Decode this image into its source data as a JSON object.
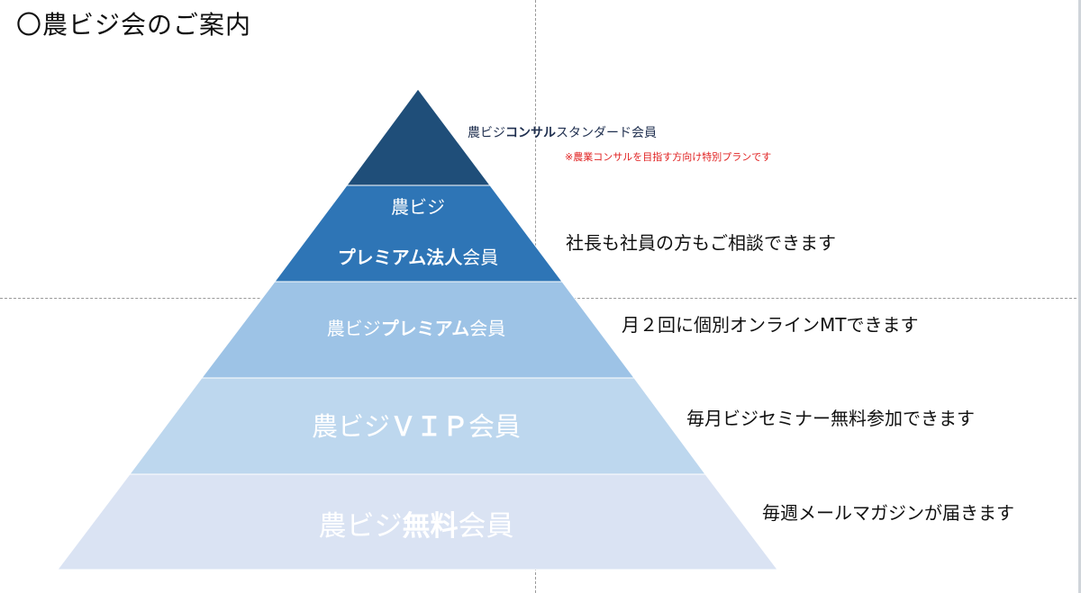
{
  "title": "〇農ビジ会のご案内",
  "pyramid": {
    "tiers": [
      {
        "id": "consult",
        "color": "#1f4e79",
        "label_parts": [
          "農ビジ",
          "コンサル",
          "スタンダード会員"
        ],
        "sub_note": "※農業コンサルを目指す方向け特別プランです",
        "note": ""
      },
      {
        "id": "premium-corp",
        "color": "#2e75b6",
        "label_line1": "農ビジ",
        "label_line2_parts": [
          "プレミアム法人",
          "会員"
        ],
        "note": "社長も社員の方もご相談できます"
      },
      {
        "id": "premium",
        "color": "#9dc3e6",
        "label_parts": [
          "農ビジ",
          "プレミアム",
          "会員"
        ],
        "note": "月２回に個別オンラインMTできます"
      },
      {
        "id": "vip",
        "color": "#bdd7ee",
        "label_parts": [
          "農ビジ",
          "ＶＩＰ",
          "会員"
        ],
        "note": "毎月ビジセミナー無料参加できます"
      },
      {
        "id": "free",
        "color": "#dae3f3",
        "label_parts": [
          "農ビジ",
          "無料",
          "会員"
        ],
        "note": "毎週メールマガジンが届きます"
      }
    ]
  }
}
